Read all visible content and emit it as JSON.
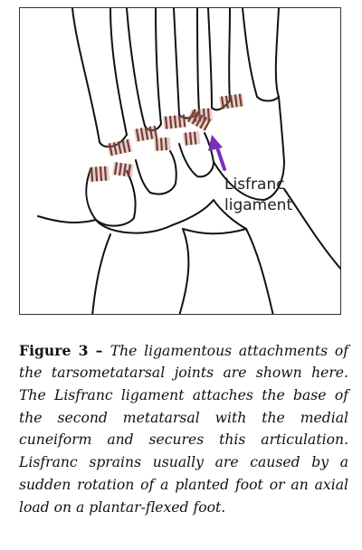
{
  "figure": {
    "callout_line1": "Lisfranc",
    "callout_line2": "ligament",
    "arrow_color": "#7b2fb5",
    "ligament_color": "#7a3b32"
  },
  "caption": {
    "label": "Figure 3 – ",
    "text": "The ligamentous attachments of the tarsometatarsal joints are shown here. The Lisfranc ligament attaches the base of the second metatarsal with the medial cuneiform and secures this articulation. Lisfranc sprains usually are caused by a sudden rotation of a planted foot or an axial load on a plantar-flexed foot."
  }
}
